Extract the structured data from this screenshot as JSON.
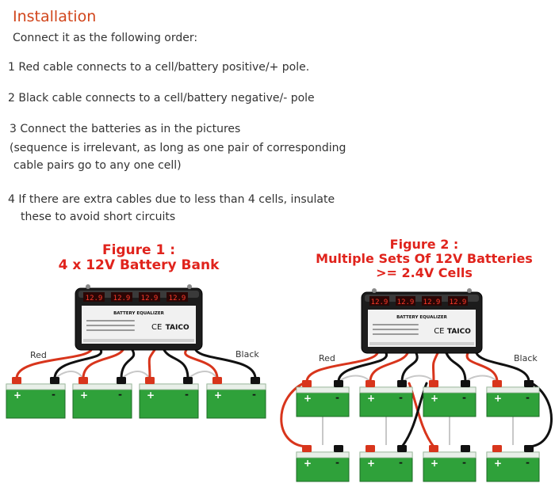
{
  "heading": "Installation",
  "intro": "Connect it as the following order:",
  "steps": {
    "s1": "1 Red cable connects to a cell/battery  positive/+ pole.",
    "s2": "2 Black cable connects to a cell/battery  negative/- pole",
    "s3": "3 Connect the batteries as in the pictures",
    "s3_note_1": "(sequence is irrelevant, as long as one pair  of corresponding",
    "s3_note_2": "cable pairs go to any one  cell)",
    "s4_1": "4 If there are extra cables due to less than 4 cells, insulate",
    "s4_2": "these to avoid short  circuits"
  },
  "figure1": {
    "title_1": "Figure 1 :",
    "title_2": "4 x 12V Battery Bank",
    "red_label": "Red",
    "black_label": "Black"
  },
  "figure2": {
    "title_1": "Figure 2 :",
    "title_2": "Multiple Sets Of 12V Batteries",
    "title_3": ">= 2.4V Cells",
    "red_label": "Red",
    "black_label": "Black"
  },
  "device": {
    "display_value": "12.9",
    "name": "BATTERY EQUALIZER",
    "ce_mark": "CE",
    "brand": "TAICO"
  },
  "battery": {
    "plus": "+",
    "minus": "-"
  },
  "colors": {
    "heading": "#d1451b",
    "figure_title": "#e0231c",
    "battery_body": "#2fa13a",
    "battery_top": "#e8efe8",
    "red_cable": "#d8351c",
    "black_cable": "#111111",
    "device_body": "#1c1c1c",
    "led": "#ff3a2a"
  }
}
